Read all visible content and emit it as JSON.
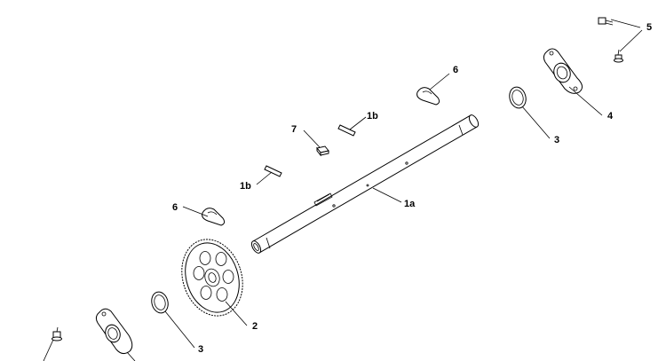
{
  "callouts": {
    "shaft": "1a",
    "pin_upper": "1b",
    "pin_lower": "1b",
    "gear": "2",
    "washer_right": "3",
    "washer_left": "3",
    "bearing_flange_right": "4",
    "fasteners_top": "5",
    "clip_right": "6",
    "clip_left": "6",
    "key": "7"
  },
  "colors": {
    "line": "#000000",
    "background": "#ffffff"
  }
}
